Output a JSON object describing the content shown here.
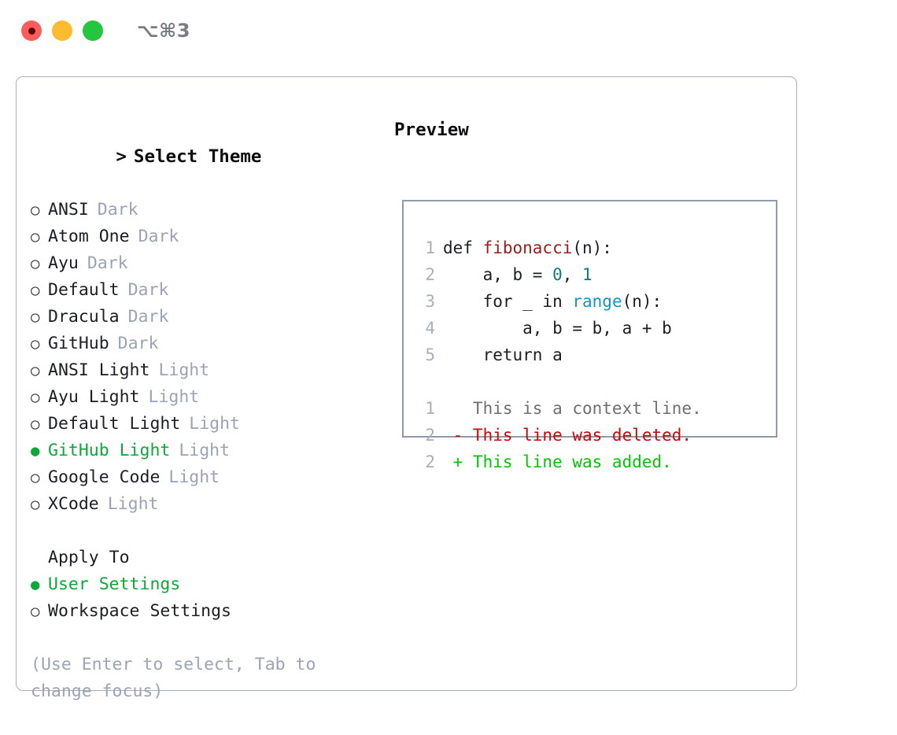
{
  "window": {
    "title": "⌥⌘3",
    "traffic_lights": [
      {
        "name": "close-recording",
        "color": "#fb5c5c"
      },
      {
        "name": "minimize",
        "color": "#fcbb30"
      },
      {
        "name": "maximize",
        "color": "#25c63f"
      }
    ]
  },
  "markers": {
    "unselected": "○",
    "selected": "●",
    "caret": ">"
  },
  "colors": {
    "accent_green": "#0ca83a",
    "badge_gray": "#9ba4b5",
    "border": "#a9b0be",
    "preview_border": "#8e99ab",
    "diff_added": "#07c307",
    "diff_deleted": "#cc0606",
    "line_number": "#a8b0be"
  },
  "theme_picker": {
    "heading": "Select Theme",
    "items": [
      {
        "label": "ANSI",
        "badge": "Dark",
        "selected": false
      },
      {
        "label": "Atom One",
        "badge": "Dark",
        "selected": false
      },
      {
        "label": "Ayu",
        "badge": "Dark",
        "selected": false
      },
      {
        "label": "Default",
        "badge": "Dark",
        "selected": false
      },
      {
        "label": "Dracula",
        "badge": "Dark",
        "selected": false
      },
      {
        "label": "GitHub",
        "badge": "Dark",
        "selected": false
      },
      {
        "label": "ANSI Light",
        "badge": "Light",
        "selected": false
      },
      {
        "label": "Ayu Light",
        "badge": "Light",
        "selected": false
      },
      {
        "label": "Default Light",
        "badge": "Light",
        "selected": false
      },
      {
        "label": "GitHub Light",
        "badge": "Light",
        "selected": true
      },
      {
        "label": "Google Code",
        "badge": "Light",
        "selected": false
      },
      {
        "label": "XCode",
        "badge": "Light",
        "selected": false
      }
    ]
  },
  "apply_to": {
    "heading": "Apply To",
    "items": [
      {
        "label": "User Settings",
        "selected": true
      },
      {
        "label": "Workspace Settings",
        "selected": false
      }
    ]
  },
  "hint": "(Use Enter to select, Tab to change focus)",
  "preview": {
    "title": "Preview",
    "code_lines": [
      {
        "num": "1",
        "tokens": [
          {
            "text": "def ",
            "type": "kw"
          },
          {
            "text": "fibonacci",
            "type": "fn"
          },
          {
            "text": "(n):",
            "type": "plain"
          }
        ]
      },
      {
        "num": "2",
        "tokens": [
          {
            "text": "    a, b = ",
            "type": "plain"
          },
          {
            "text": "0",
            "type": "num"
          },
          {
            "text": ", ",
            "type": "plain"
          },
          {
            "text": "1",
            "type": "num"
          }
        ]
      },
      {
        "num": "3",
        "tokens": [
          {
            "text": "    for _ in ",
            "type": "plain"
          },
          {
            "text": "range",
            "type": "builtin"
          },
          {
            "text": "(n):",
            "type": "plain"
          }
        ]
      },
      {
        "num": "4",
        "tokens": [
          {
            "text": "        a, b = b, a + b",
            "type": "plain"
          }
        ]
      },
      {
        "num": "5",
        "tokens": [
          {
            "text": "    return a",
            "type": "plain"
          }
        ]
      }
    ],
    "diff_lines": [
      {
        "num": "1",
        "sign": " ",
        "text": " This is a context line.",
        "type": "ctx"
      },
      {
        "num": "2",
        "sign": "-",
        "text": " This line was deleted.",
        "type": "del"
      },
      {
        "num": "2",
        "sign": "+",
        "text": " This line was added.",
        "type": "add"
      }
    ]
  }
}
